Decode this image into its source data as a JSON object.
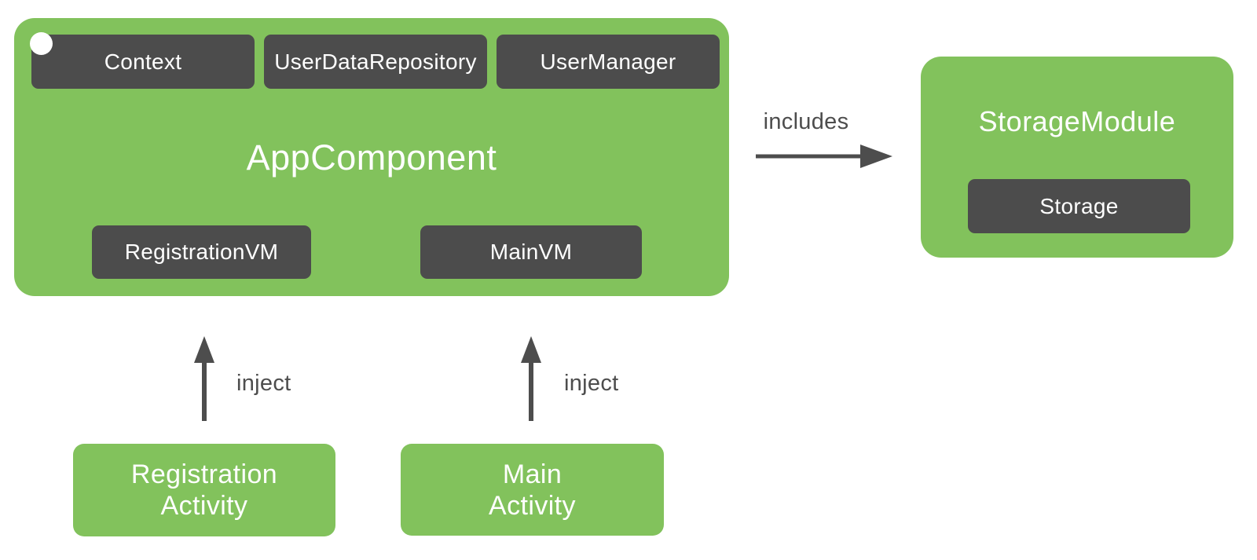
{
  "colors": {
    "green": "#82C25C",
    "dark_gray": "#4C4C4C",
    "text_gray": "#4D4D4D"
  },
  "app_component": {
    "title": "AppComponent",
    "provided": [
      {
        "label": "Context"
      },
      {
        "label": "UserDataRepository"
      },
      {
        "label": "UserManager"
      }
    ],
    "view_models": [
      {
        "label": "RegistrationVM"
      },
      {
        "label": "MainVM"
      }
    ]
  },
  "storage_module": {
    "title": "StorageModule",
    "provided": [
      {
        "label": "Storage"
      }
    ]
  },
  "edges": {
    "includes": {
      "label": "includes"
    },
    "inject_registration": {
      "label": "inject"
    },
    "inject_main": {
      "label": "inject"
    }
  },
  "activities": {
    "registration": {
      "line1": "Registration",
      "line2": "Activity"
    },
    "main": {
      "line1": "Main",
      "line2": "Activity"
    }
  }
}
